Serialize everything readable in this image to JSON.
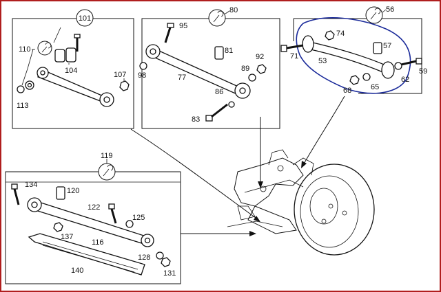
{
  "colors": {
    "frame": "#b01e1e",
    "ink": "#111111",
    "highlight": "#1a2a9a",
    "paper": "#ffffff"
  },
  "icons": {
    "tool": "wrench-icon"
  },
  "groups": {
    "g101": {
      "number": "101"
    },
    "g80": {
      "number": "80"
    },
    "g56": {
      "number": "56"
    },
    "g119": {
      "number": "119"
    }
  },
  "labels": {
    "p110": "110",
    "p104": "104",
    "p107": "107",
    "p113": "113",
    "p95": "95",
    "p81": "81",
    "p92": "92",
    "p98": "98",
    "p77": "77",
    "p89": "89",
    "p86": "86",
    "p83": "83",
    "p74": "74",
    "p57": "57",
    "p71": "71",
    "p53": "53",
    "p59": "59",
    "p62": "62",
    "p68": "68",
    "p65": "65",
    "p134": "134",
    "p120": "120",
    "p122": "122",
    "p125": "125",
    "p137": "137",
    "p116": "116",
    "p128": "128",
    "p140": "140",
    "p131": "131"
  }
}
